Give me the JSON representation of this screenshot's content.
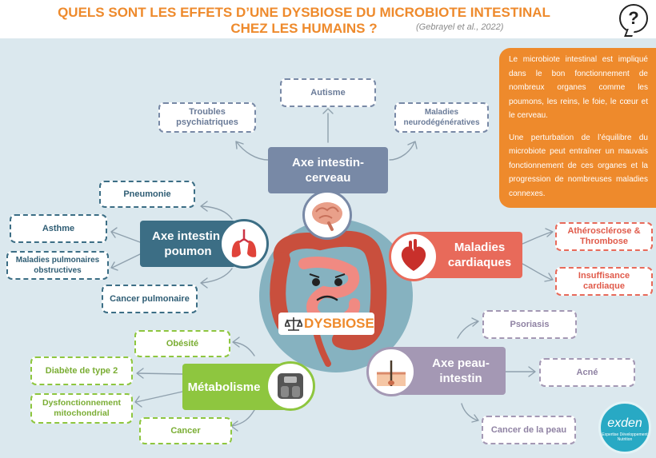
{
  "header": {
    "title_line1": "QUELS SONT LES EFFETS D’UNE DYSBIOSE DU MICROBIOTE INTESTINAL",
    "title_line2": "CHEZ LES HUMAINS ?",
    "citation": "(Gebrayel et al., 2022)",
    "help_symbol": "?"
  },
  "info_box": {
    "paragraph1": "Le microbiote intestinal est impliqué dans le bon fonctionnement de nombreux organes comme les poumons, les reins, le foie, le cœur et le cerveau.",
    "paragraph2": "Une perturbation de l’équilibre du microbiote peut entraîner un mauvais fonctionnement de ces organes et la progression de nombreuses maladies connexes."
  },
  "center": {
    "label": "DYSBIOSE"
  },
  "brain_axis": {
    "title": "Axe intestin-cerveau",
    "items": [
      "Troubles psychiatriques",
      "Autisme",
      "Maladies neurodégénératives"
    ]
  },
  "lung_axis": {
    "title": "Axe intestin-poumon",
    "items": [
      "Pneumonie",
      "Asthme",
      "Maladies pulmonaires obstructives",
      "Cancer pulmonaire"
    ]
  },
  "heart": {
    "title": "Maladies cardiaques",
    "items": [
      "Athérosclérose & Thrombose",
      "Insuffisance cardiaque"
    ]
  },
  "skin_axis": {
    "title": "Axe peau-intestin",
    "items": [
      "Psoriasis",
      "Acné",
      "Cancer de la peau"
    ]
  },
  "metabolism": {
    "title": "Métabolisme",
    "items": [
      "Obésité",
      "Diabète de type 2",
      "Dysfonctionnement mitochondrial",
      "Cancer"
    ]
  },
  "logo": {
    "name": "exden",
    "tagline": "Expertise Développement Nutrition"
  },
  "colors": {
    "accent_orange": "#ee8a2c",
    "brain": "#7889a6",
    "lung": "#3c6e85",
    "heart": "#e86a5a",
    "metabolism": "#8ec63f",
    "skin": "#a498b4"
  }
}
